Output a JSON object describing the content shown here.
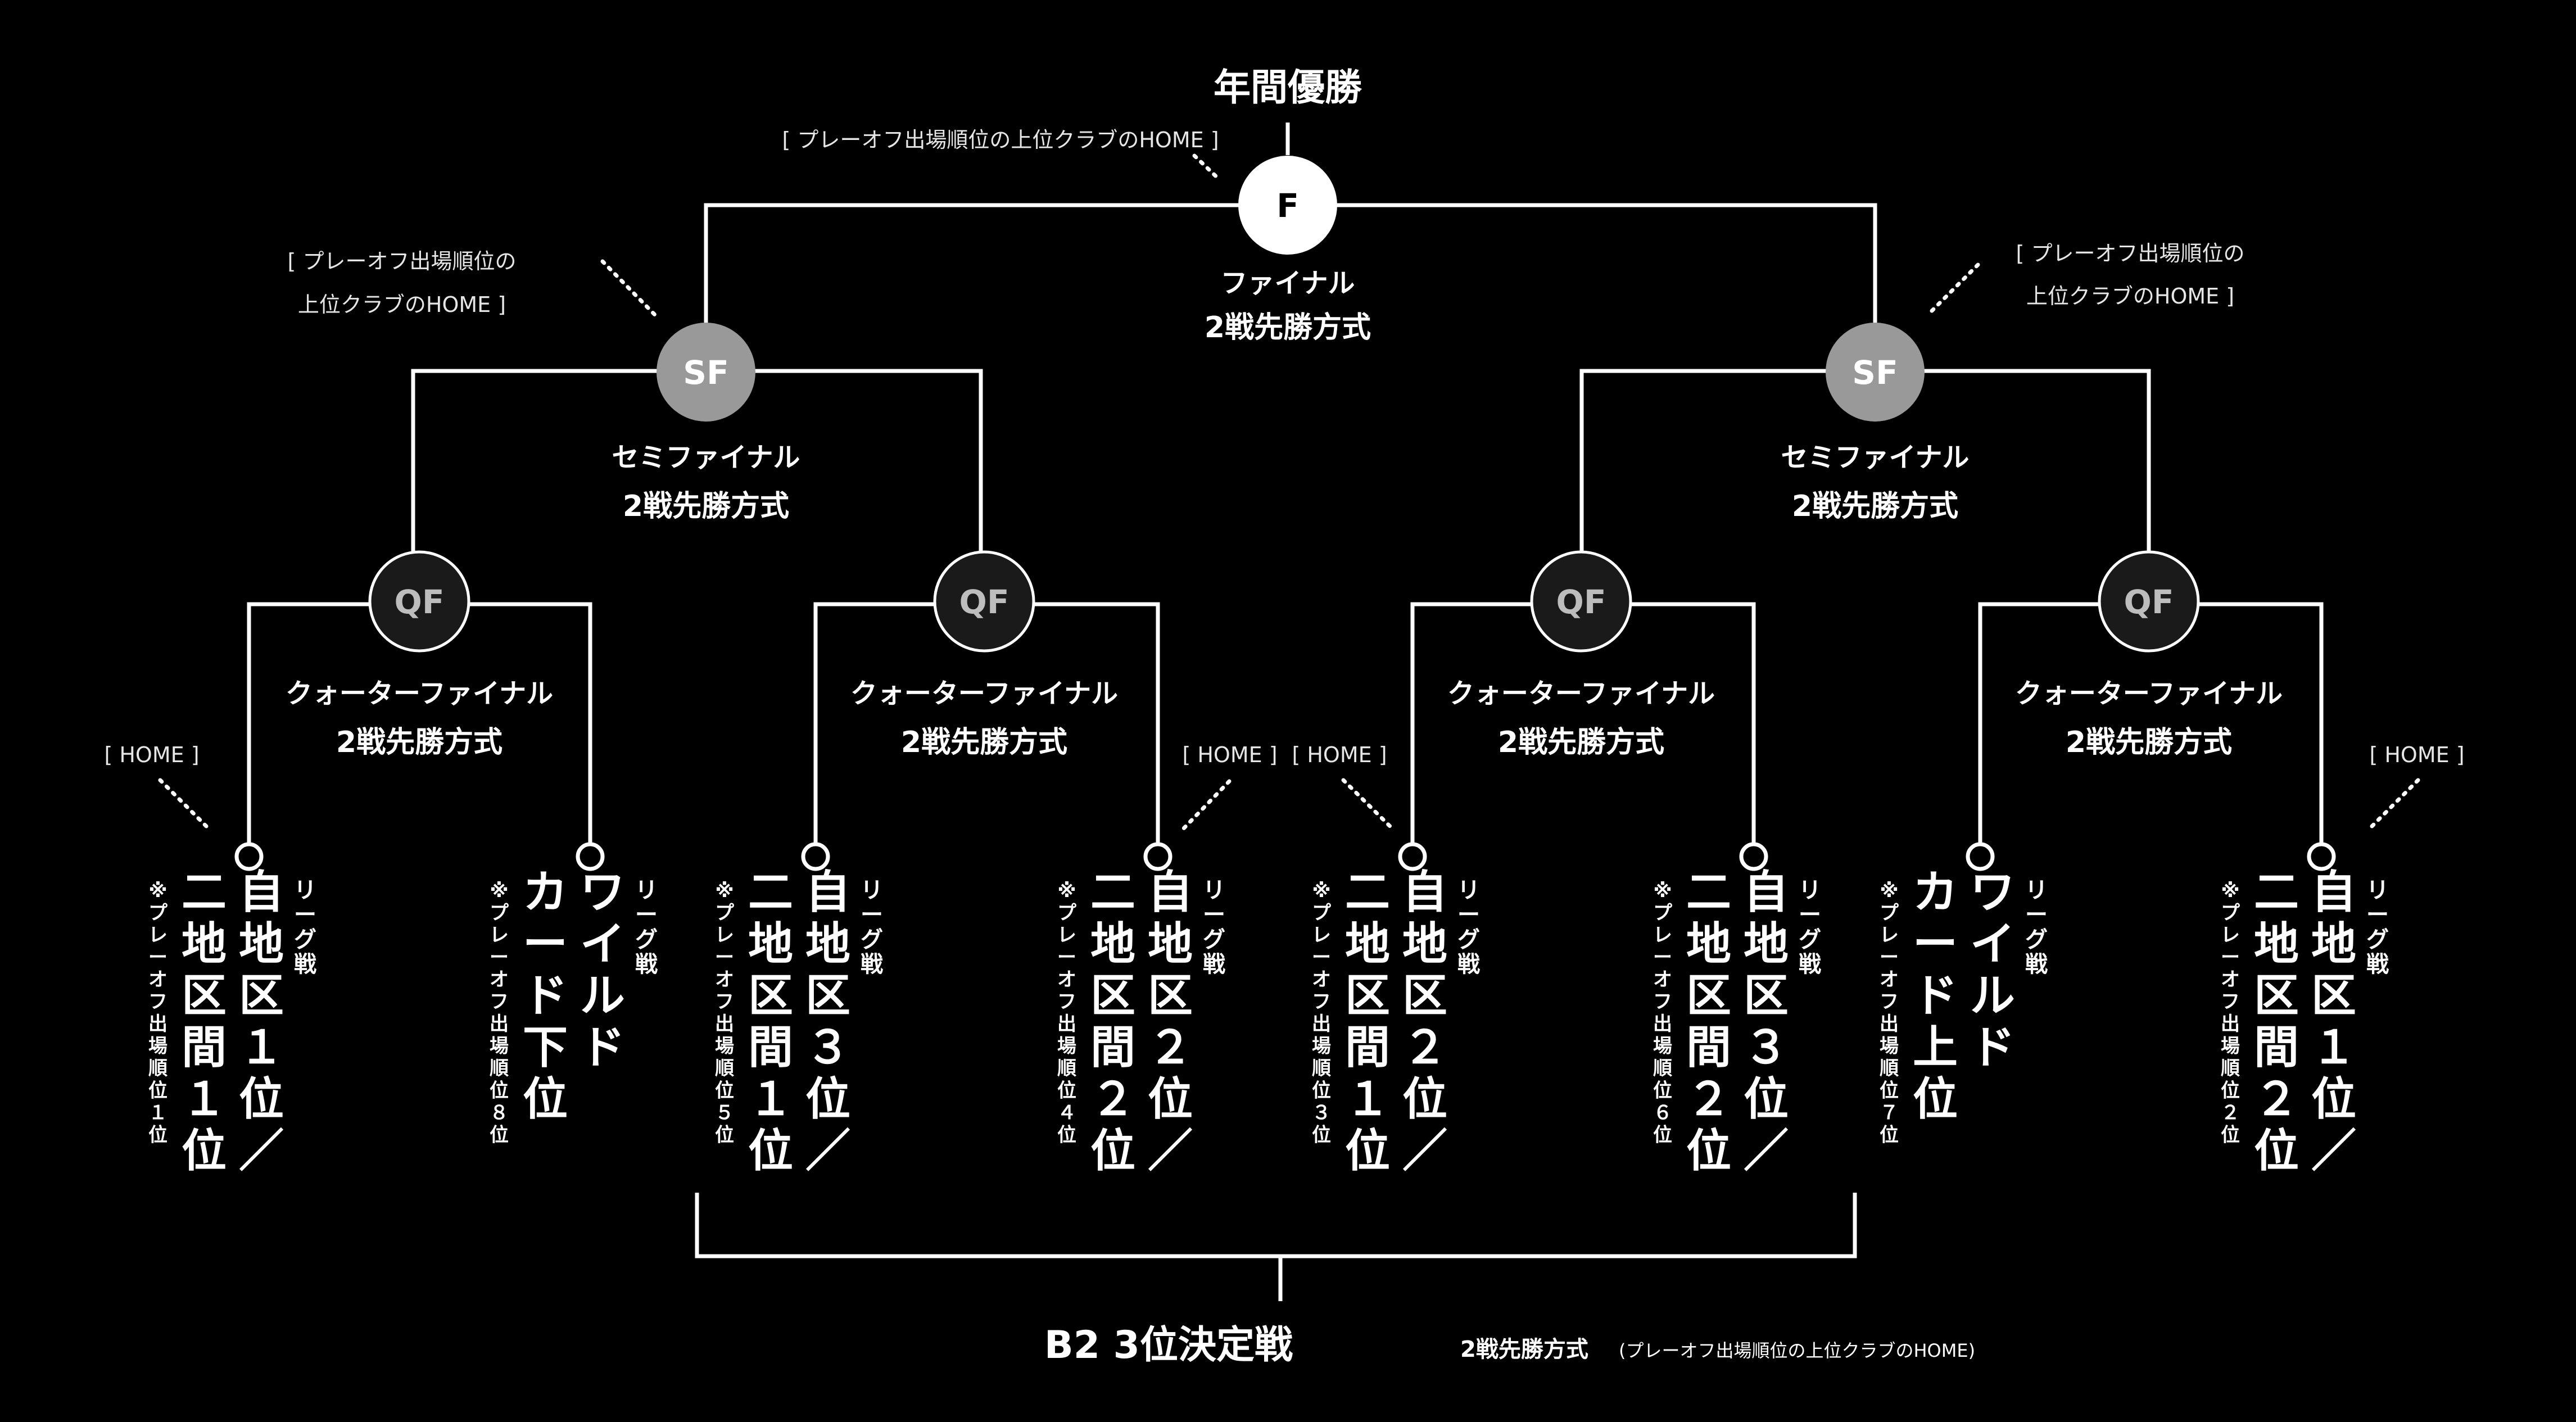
{
  "title": "年間優勝",
  "final": {
    "node": "F",
    "name": "ファイナル",
    "format": "2戦先勝方式",
    "home_note": "[ プレーオフ出場順位の上位クラブのHOME ]"
  },
  "semifinals": [
    {
      "node": "SF",
      "name": "セミファイナル",
      "format": "2戦先勝方式",
      "home_note_line1": "[ プレーオフ出場順位の",
      "home_note_line2": "上位クラブのHOME ]"
    },
    {
      "node": "SF",
      "name": "セミファイナル",
      "format": "2戦先勝方式",
      "home_note_line1": "[ プレーオフ出場順位の",
      "home_note_line2": "上位クラブのHOME ]"
    }
  ],
  "quarterfinals": [
    {
      "node": "QF",
      "name": "クォーターファイナル",
      "format": "2戦先勝方式"
    },
    {
      "node": "QF",
      "name": "クォーターファイナル",
      "format": "2戦先勝方式"
    },
    {
      "node": "QF",
      "name": "クォーターファイナル",
      "format": "2戦先勝方式"
    },
    {
      "node": "QF",
      "name": "クォーターファイナル",
      "format": "2戦先勝方式"
    }
  ],
  "home_label": "[ HOME ]",
  "seeds": [
    {
      "league": "リーグ戦",
      "main1": "自地区１位／",
      "main2": "二地区間１位",
      "note": "※プレーオフ出場順位１位"
    },
    {
      "league": "リーグ戦",
      "main1": "ワイルド",
      "main2": "カード下位",
      "note": "※プレーオフ出場順位８位"
    },
    {
      "league": "リーグ戦",
      "main1": "自地区３位／",
      "main2": "二地区間１位",
      "note": "※プレーオフ出場順位５位"
    },
    {
      "league": "リーグ戦",
      "main1": "自地区２位／",
      "main2": "二地区間２位",
      "note": "※プレーオフ出場順位４位"
    },
    {
      "league": "リーグ戦",
      "main1": "自地区２位／",
      "main2": "二地区間１位",
      "note": "※プレーオフ出場順位３位"
    },
    {
      "league": "リーグ戦",
      "main1": "自地区３位／",
      "main2": "二地区間２位",
      "note": "※プレーオフ出場順位６位"
    },
    {
      "league": "リーグ戦",
      "main1": "ワイルド",
      "main2": "カード上位",
      "note": "※プレーオフ出場順位７位"
    },
    {
      "league": "リーグ戦",
      "main1": "自地区１位／",
      "main2": "二地区間２位",
      "note": "※プレーオフ出場順位２位"
    }
  ],
  "third_place": {
    "title": "B2 3位決定戦",
    "format": "2戦先勝方式",
    "note": "(プレーオフ出場順位の上位クラブのHOME)"
  },
  "colors": {
    "background": "#000000",
    "line": "#ffffff",
    "final_node": "#ffffff",
    "sf_node": "#999999",
    "qf_node": "#1a1a1a"
  }
}
